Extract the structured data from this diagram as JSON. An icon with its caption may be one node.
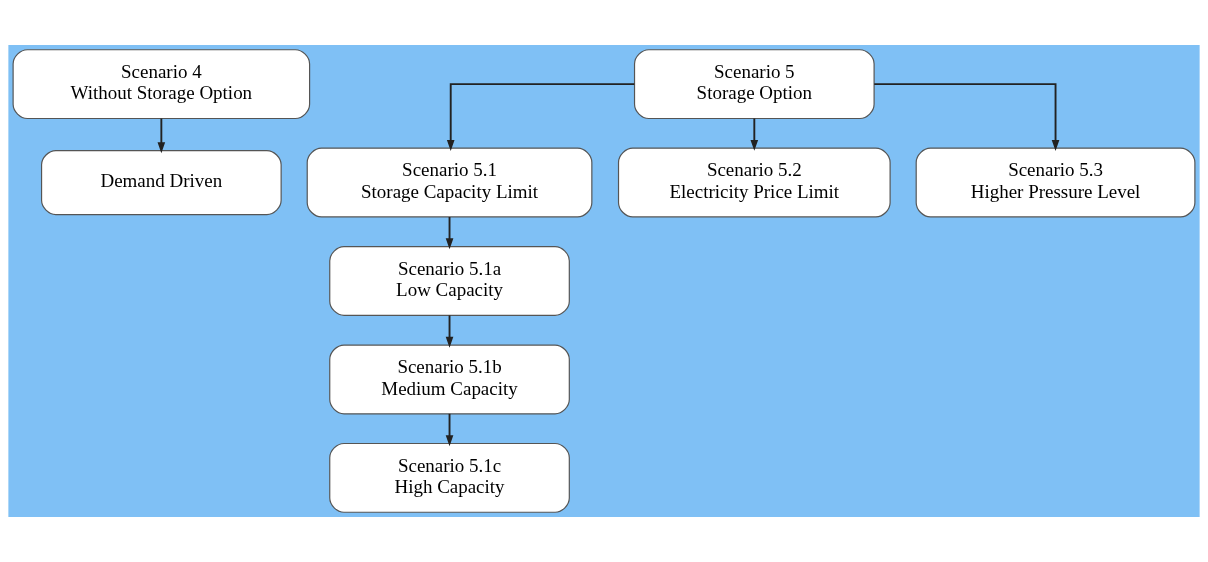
{
  "diagram": {
    "nodes": [
      {
        "text": [
          "Scenario 4",
          "Without Storage Option"
        ]
      },
      {
        "text": [
          "Demand Driven"
        ]
      },
      {
        "text": [
          "Scenario 5",
          "Storage Option"
        ]
      },
      {
        "text": [
          "Scenario 5.1",
          "Storage Capacity Limit"
        ]
      },
      {
        "text": [
          "Scenario 5.2",
          "Electricity Price Limit"
        ]
      },
      {
        "text": [
          "Scenario 5.3",
          "Higher Pressure Level"
        ]
      },
      {
        "text": [
          "Scenario 5.1a",
          "Low Capacity"
        ]
      },
      {
        "text": [
          "Scenario 5.1b",
          "Medium Capacity"
        ]
      },
      {
        "text": [
          "Scenario 5.1c",
          "High Capacity"
        ]
      }
    ],
    "edges": [
      {
        "from": 0,
        "to": 1,
        "arrow": "to"
      },
      {
        "from": 2,
        "to": 3,
        "arrow": "to"
      },
      {
        "from": 2,
        "to": 4,
        "arrow": "to"
      },
      {
        "from": 2,
        "to": 5,
        "arrow": "to"
      },
      {
        "from": 3,
        "to": 6,
        "arrow": "to"
      },
      {
        "from": 6,
        "to": 7,
        "arrow": "to"
      },
      {
        "from": 7,
        "to": 8,
        "arrow": "to"
      }
    ]
  }
}
